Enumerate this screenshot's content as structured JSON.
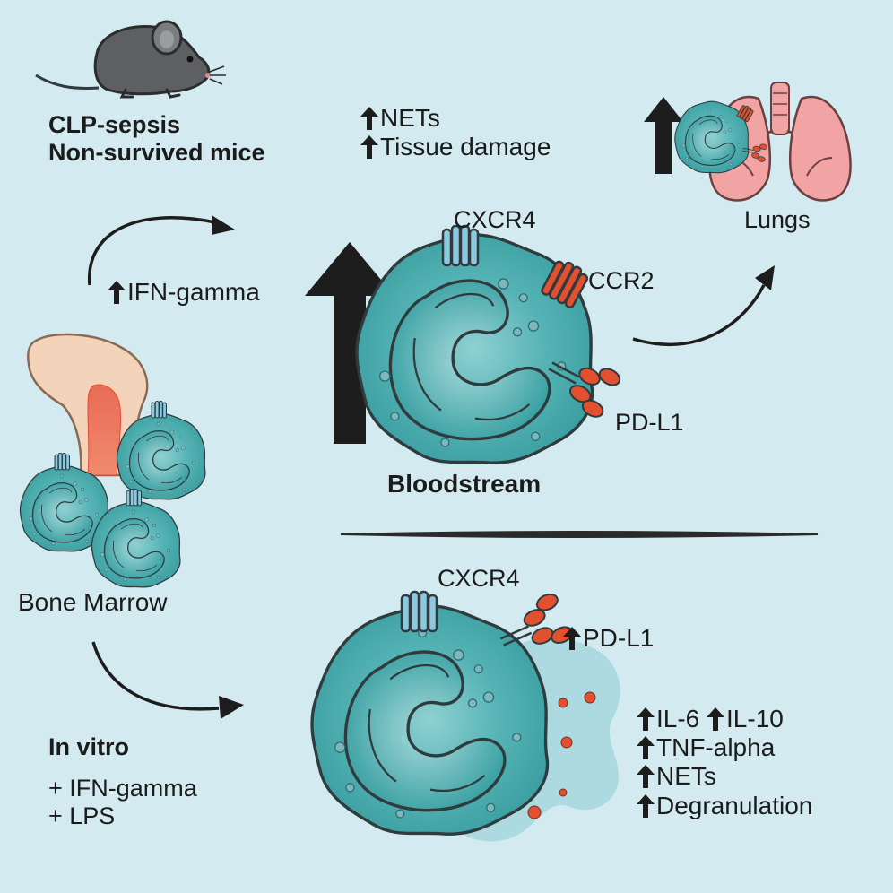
{
  "top_left": {
    "title_line1": "CLP-sepsis",
    "title_line2": "Non-survived mice"
  },
  "top_effects": [
    {
      "label": "NETs"
    },
    {
      "label": "Tissue damage"
    }
  ],
  "ifn_label": "IFN-gamma",
  "bone_marrow_label": "Bone Marrow",
  "bloodstream": {
    "label": "Bloodstream",
    "cxcr4": "CXCR4",
    "ccr2": "CCR2",
    "pdl1": "PD-L1"
  },
  "lungs_label": "Lungs",
  "in_vitro": {
    "title": "In vitro",
    "conditions": [
      "+ IFN-gamma",
      "+ LPS"
    ]
  },
  "in_vitro_cell": {
    "cxcr4": "CXCR4",
    "pdl1": "PD-L1"
  },
  "in_vitro_effects": {
    "il6": "IL-6",
    "il10": "IL-10",
    "tnf": "TNF-alpha",
    "nets": "NETs",
    "degranulation": "Degranulation"
  },
  "colors": {
    "background": "#d3ebf0",
    "cell_body": "#3fa6a8",
    "nucleus": "#2a9092",
    "receptor_blue": "#7cc4dd",
    "receptor_red": "#e2502f",
    "lung_pink": "#f2a3a3",
    "bone": "#f3d3b9",
    "marrow_red": "#e5513f",
    "ink": "#1b1b1b"
  }
}
